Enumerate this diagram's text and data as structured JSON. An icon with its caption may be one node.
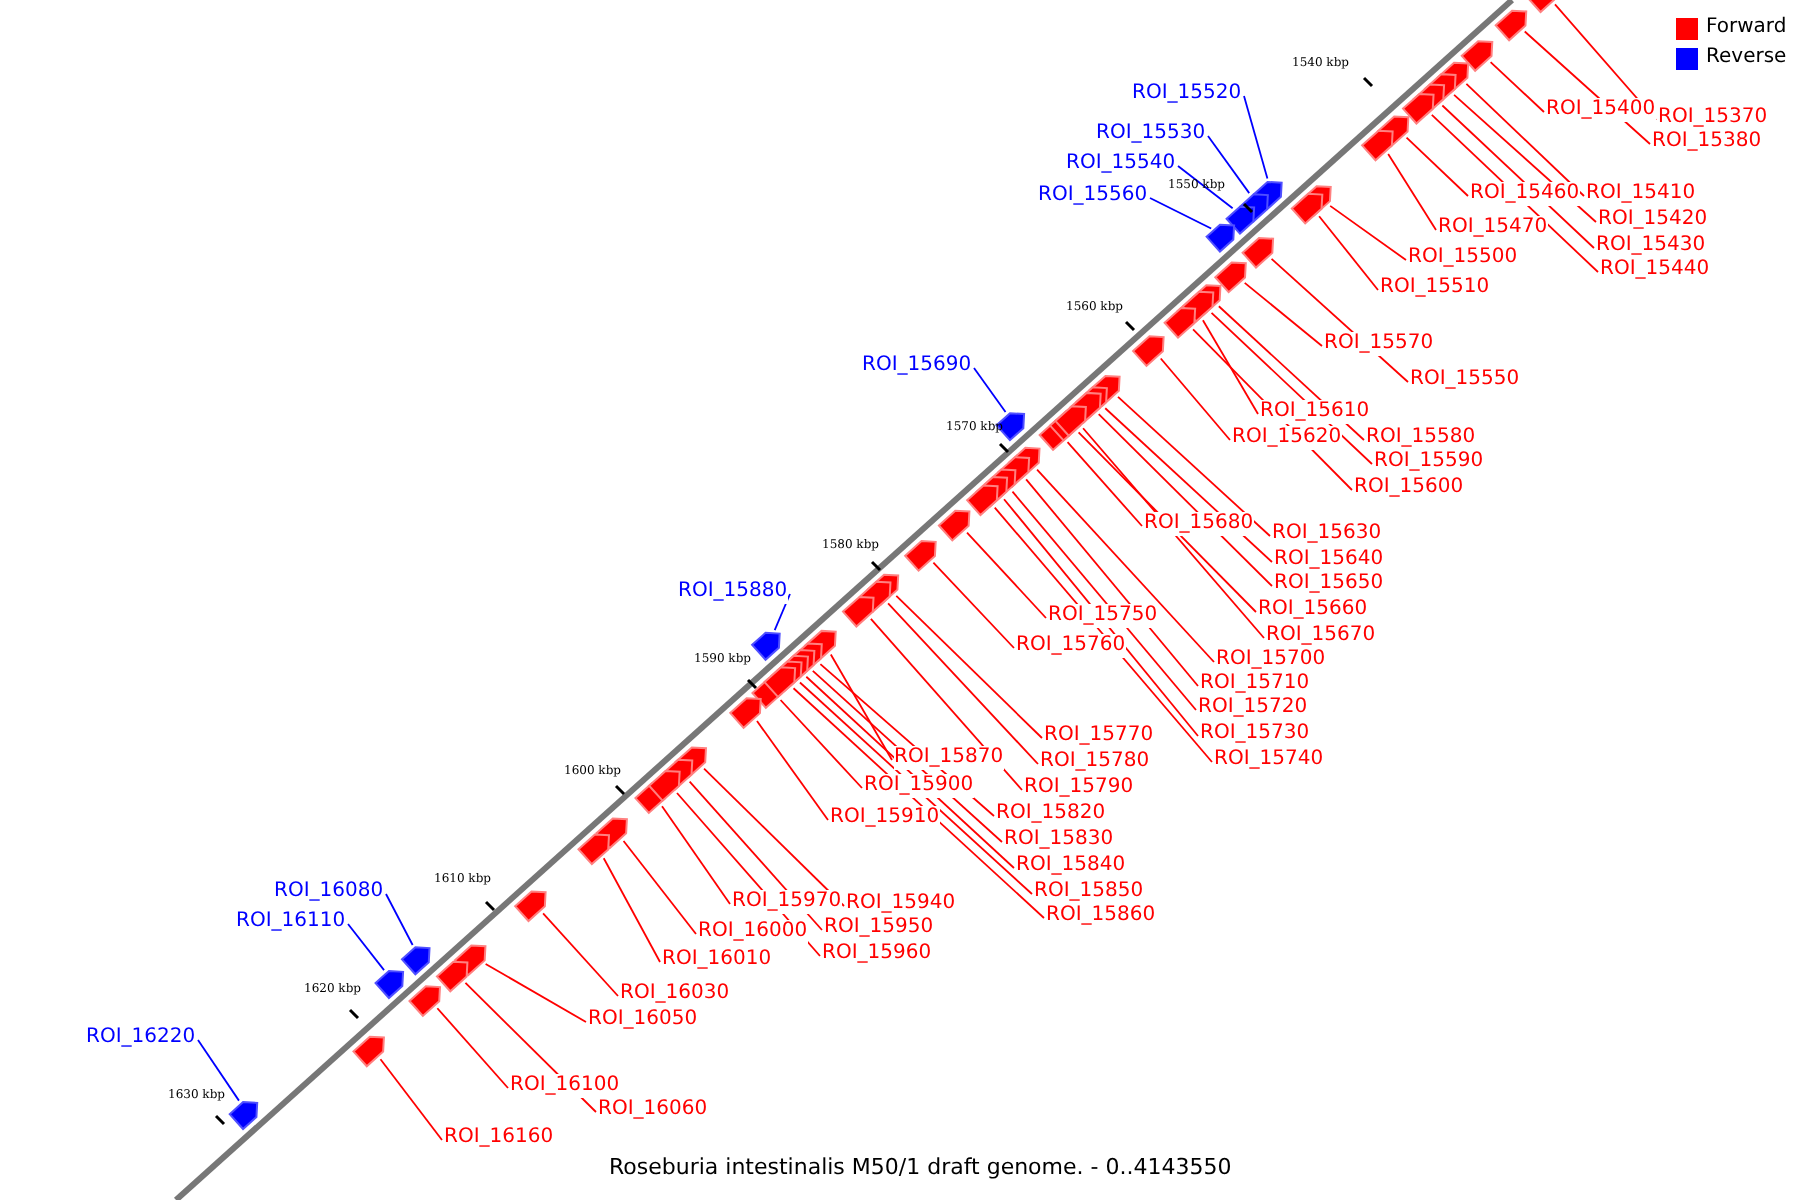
{
  "diagram": {
    "caption": "Roseburia intestinalis M50/1 draft genome. - 0..4143550",
    "nodes": [
      {
        "text": [
          "ROI_15370"
        ]
      },
      {
        "text": [
          "ROI_15380"
        ]
      },
      {
        "text": [
          "ROI_15400"
        ]
      },
      {
        "text": [
          "ROI_15410"
        ]
      },
      {
        "text": [
          "ROI_15420"
        ]
      },
      {
        "text": [
          "ROI_15430"
        ]
      },
      {
        "text": [
          "ROI_15440"
        ]
      },
      {
        "text": [
          "ROI_15460"
        ]
      },
      {
        "text": [
          "ROI_15470"
        ]
      },
      {
        "text": [
          "ROI_15500"
        ]
      },
      {
        "text": [
          "ROI_15510"
        ]
      },
      {
        "text": [
          "ROI_15520"
        ]
      },
      {
        "text": [
          "ROI_15530"
        ]
      },
      {
        "text": [
          "ROI_15540"
        ]
      },
      {
        "text": [
          "ROI_15560"
        ]
      },
      {
        "text": [
          "ROI_15570"
        ]
      },
      {
        "text": [
          "ROI_15550"
        ]
      },
      {
        "text": [
          "ROI_15610"
        ]
      },
      {
        "text": [
          "ROI_15620"
        ]
      },
      {
        "text": [
          "ROI_15580"
        ]
      },
      {
        "text": [
          "ROI_15590"
        ]
      },
      {
        "text": [
          "ROI_15600"
        ]
      },
      {
        "text": [
          "ROI_15690"
        ]
      },
      {
        "text": [
          "ROI_15680"
        ]
      },
      {
        "text": [
          "ROI_15630"
        ]
      },
      {
        "text": [
          "ROI_15640"
        ]
      },
      {
        "text": [
          "ROI_15650"
        ]
      },
      {
        "text": [
          "ROI_15660"
        ]
      },
      {
        "text": [
          "ROI_15670"
        ]
      },
      {
        "text": [
          "ROI_15750"
        ]
      },
      {
        "text": [
          "ROI_15760"
        ]
      },
      {
        "text": [
          "ROI_15700"
        ]
      },
      {
        "text": [
          "ROI_15710"
        ]
      },
      {
        "text": [
          "ROI_15720"
        ]
      },
      {
        "text": [
          "ROI_15730"
        ]
      },
      {
        "text": [
          "ROI_15740"
        ]
      },
      {
        "text": [
          "ROI_15880"
        ]
      },
      {
        "text": [
          "ROI_15770"
        ]
      },
      {
        "text": [
          "ROI_15780"
        ]
      },
      {
        "text": [
          "ROI_15790"
        ]
      },
      {
        "text": [
          "ROI_15870"
        ]
      },
      {
        "text": [
          "ROI_15900"
        ]
      },
      {
        "text": [
          "ROI_15820"
        ]
      },
      {
        "text": [
          "ROI_15830"
        ]
      },
      {
        "text": [
          "ROI_15840"
        ]
      },
      {
        "text": [
          "ROI_15850"
        ]
      },
      {
        "text": [
          "ROI_15860"
        ]
      },
      {
        "text": [
          "ROI_15910"
        ]
      },
      {
        "text": [
          "ROI_15970"
        ]
      },
      {
        "text": [
          "ROI_15940"
        ]
      },
      {
        "text": [
          "ROI_15950"
        ]
      },
      {
        "text": [
          "ROI_15960"
        ]
      },
      {
        "text": [
          "ROI_16000"
        ]
      },
      {
        "text": [
          "ROI_16010"
        ]
      },
      {
        "text": [
          "ROI_16030"
        ]
      },
      {
        "text": [
          "ROI_16050"
        ]
      },
      {
        "text": [
          "ROI_16100"
        ]
      },
      {
        "text": [
          "ROI_16060"
        ]
      },
      {
        "text": [
          "ROI_16160"
        ]
      },
      {
        "text": [
          "ROI_16080"
        ]
      },
      {
        "text": [
          "ROI_16110"
        ]
      },
      {
        "text": [
          "ROI_16220"
        ]
      },
      {
        "text": [],
        "shape": "arrow"
      },
      {
        "text": [],
        "shape": "arrow"
      },
      {
        "text": [],
        "shape": "arrow"
      },
      {
        "text": [],
        "shape": "arrow"
      },
      {
        "text": [],
        "shape": "arrow"
      },
      {
        "text": [],
        "shape": "arrow"
      },
      {
        "text": [],
        "shape": "arrow"
      },
      {
        "text": [],
        "shape": "arrow"
      },
      {
        "text": [],
        "shape": "arrow"
      },
      {
        "text": [],
        "shape": "arrow"
      },
      {
        "text": [],
        "shape": "arrow"
      },
      {
        "text": [],
        "shape": "arrow"
      },
      {
        "text": [],
        "shape": "arrow"
      },
      {
        "text": [],
        "shape": "arrow"
      },
      {
        "text": [],
        "shape": "arrow"
      },
      {
        "text": [],
        "shape": "arrow"
      },
      {
        "text": [],
        "shape": "arrow"
      },
      {
        "text": [],
        "shape": "arrow"
      },
      {
        "text": [],
        "shape": "arrow"
      },
      {
        "text": [],
        "shape": "arrow"
      },
      {
        "text": [],
        "shape": "arrow"
      },
      {
        "text": [],
        "shape": "arrow"
      },
      {
        "text": [],
        "shape": "arrow"
      },
      {
        "text": [],
        "shape": "arrow"
      },
      {
        "text": [],
        "shape": "arrow"
      },
      {
        "text": [],
        "shape": "arrow"
      },
      {
        "text": [],
        "shape": "arrow"
      },
      {
        "text": [],
        "shape": "arrow"
      },
      {
        "text": [],
        "shape": "arrow"
      },
      {
        "text": [],
        "shape": "arrow"
      },
      {
        "text": [],
        "shape": "arrow"
      },
      {
        "text": [],
        "shape": "arrow"
      },
      {
        "text": [],
        "shape": "arrow"
      },
      {
        "text": [],
        "shape": "arrow"
      },
      {
        "text": [],
        "shape": "arrow"
      },
      {
        "text": [],
        "shape": "arrow"
      },
      {
        "text": [],
        "shape": "arrow"
      },
      {
        "text": [],
        "shape": "arrow"
      },
      {
        "text": [],
        "shape": "arrow"
      },
      {
        "text": [],
        "shape": "arrow"
      },
      {
        "text": [],
        "shape": "arrow"
      },
      {
        "text": [],
        "shape": "arrow"
      },
      {
        "text": [],
        "shape": "arrow"
      },
      {
        "text": [],
        "shape": "arrow"
      },
      {
        "text": [],
        "shape": "arrow"
      },
      {
        "text": [],
        "shape": "arrow"
      },
      {
        "text": [],
        "shape": "arrow"
      },
      {
        "text": [],
        "shape": "arrow"
      },
      {
        "text": [],
        "shape": "arrow"
      },
      {
        "text": [],
        "shape": "arrow"
      },
      {
        "text": [],
        "shape": "arrow"
      },
      {
        "text": [],
        "shape": "arrow"
      },
      {
        "text": [],
        "shape": "arrow"
      },
      {
        "text": [],
        "shape": "arrow"
      },
      {
        "text": [],
        "shape": "arrow"
      },
      {
        "text": [],
        "shape": "arrow"
      },
      {
        "text": [],
        "shape": "arrow"
      },
      {
        "text": [],
        "shape": "arrow"
      },
      {
        "text": [],
        "shape": "arrow"
      },
      {
        "text": [],
        "shape": "arrow"
      },
      {
        "text": [],
        "shape": "arrow"
      },
      {
        "text": [],
        "shape": "arrow"
      }
    ],
    "edges": [
      {
        "from": 0,
        "to": 62,
        "arrow": "none"
      },
      {
        "from": 1,
        "to": 63,
        "arrow": "none"
      },
      {
        "from": 2,
        "to": 64,
        "arrow": "none"
      },
      {
        "from": 3,
        "to": 65,
        "arrow": "none"
      },
      {
        "from": 4,
        "to": 66,
        "arrow": "none"
      },
      {
        "from": 5,
        "to": 67,
        "arrow": "none"
      },
      {
        "from": 6,
        "to": 68,
        "arrow": "none"
      },
      {
        "from": 7,
        "to": 69,
        "arrow": "none"
      },
      {
        "from": 8,
        "to": 70,
        "arrow": "none"
      },
      {
        "from": 9,
        "to": 71,
        "arrow": "none"
      },
      {
        "from": 10,
        "to": 72,
        "arrow": "none"
      },
      {
        "from": 11,
        "to": 73,
        "arrow": "none",
        "color": "#0000ff"
      },
      {
        "from": 12,
        "to": 74,
        "arrow": "none",
        "color": "#0000ff"
      },
      {
        "from": 13,
        "to": 75,
        "arrow": "none",
        "color": "#0000ff"
      },
      {
        "from": 14,
        "to": 76,
        "arrow": "none",
        "color": "#0000ff"
      },
      {
        "from": 15,
        "to": 77,
        "arrow": "none"
      },
      {
        "from": 16,
        "to": 78,
        "arrow": "none"
      },
      {
        "from": 17,
        "to": 79,
        "arrow": "none"
      },
      {
        "from": 18,
        "to": 80,
        "arrow": "none"
      },
      {
        "from": 19,
        "to": 81,
        "arrow": "none"
      },
      {
        "from": 20,
        "to": 82,
        "arrow": "none"
      },
      {
        "from": 21,
        "to": 83,
        "arrow": "none"
      },
      {
        "from": 22,
        "to": 84,
        "arrow": "none",
        "color": "#0000ff"
      },
      {
        "from": 23,
        "to": 85,
        "arrow": "none"
      },
      {
        "from": 24,
        "to": 86,
        "arrow": "none"
      },
      {
        "from": 25,
        "to": 87,
        "arrow": "none"
      },
      {
        "from": 26,
        "to": 88,
        "arrow": "none"
      },
      {
        "from": 27,
        "to": 89,
        "arrow": "none"
      },
      {
        "from": 28,
        "to": 90,
        "arrow": "none"
      },
      {
        "from": 29,
        "to": 91,
        "arrow": "none"
      },
      {
        "from": 30,
        "to": 92,
        "arrow": "none"
      },
      {
        "from": 31,
        "to": 93,
        "arrow": "none"
      },
      {
        "from": 32,
        "to": 94,
        "arrow": "none"
      },
      {
        "from": 33,
        "to": 95,
        "arrow": "none"
      },
      {
        "from": 34,
        "to": 96,
        "arrow": "none"
      },
      {
        "from": 35,
        "to": 97,
        "arrow": "none"
      },
      {
        "from": 36,
        "to": 98,
        "arrow": "none",
        "color": "#0000ff"
      },
      {
        "from": 37,
        "to": 99,
        "arrow": "none"
      },
      {
        "from": 38,
        "to": 100,
        "arrow": "none"
      },
      {
        "from": 39,
        "to": 101,
        "arrow": "none"
      },
      {
        "from": 40,
        "to": 102,
        "arrow": "none"
      },
      {
        "from": 41,
        "to": 103,
        "arrow": "none"
      },
      {
        "from": 42,
        "to": 104,
        "arrow": "none"
      },
      {
        "from": 43,
        "to": 105,
        "arrow": "none"
      },
      {
        "from": 44,
        "to": 106,
        "arrow": "none"
      },
      {
        "from": 45,
        "to": 107,
        "arrow": "none"
      },
      {
        "from": 46,
        "to": 108,
        "arrow": "none"
      },
      {
        "from": 47,
        "to": 109,
        "arrow": "none"
      },
      {
        "from": 48,
        "to": 110,
        "arrow": "none"
      },
      {
        "from": 49,
        "to": 111,
        "arrow": "none"
      },
      {
        "from": 50,
        "to": 112,
        "arrow": "none"
      },
      {
        "from": 51,
        "to": 113,
        "arrow": "none"
      },
      {
        "from": 52,
        "to": 114,
        "arrow": "none"
      },
      {
        "from": 53,
        "to": 115,
        "arrow": "none"
      },
      {
        "from": 54,
        "to": 116,
        "arrow": "none"
      },
      {
        "from": 55,
        "to": 117,
        "arrow": "none"
      },
      {
        "from": 56,
        "to": 118,
        "arrow": "none"
      },
      {
        "from": 57,
        "to": 119,
        "arrow": "none"
      },
      {
        "from": 58,
        "to": 120,
        "arrow": "none"
      },
      {
        "from": 59,
        "to": 121,
        "arrow": "none",
        "color": "#0000ff"
      },
      {
        "from": 60,
        "to": 122,
        "arrow": "none",
        "color": "#0000ff"
      },
      {
        "from": 61,
        "to": 123,
        "arrow": "none",
        "color": "#0000ff"
      }
    ],
    "labels": [
      "1540 kbp",
      "1550 kbp",
      "1560 kbp",
      "1570 kbp",
      "1580 kbp",
      "1590 kbp",
      "1600 kbp",
      "1610 kbp",
      "1620 kbp",
      "1630 kbp"
    ],
    "legend": [
      {
        "text": "Forward",
        "color": "#ff0000"
      },
      {
        "text": "Reverse",
        "color": "#0000ff"
      }
    ]
  }
}
